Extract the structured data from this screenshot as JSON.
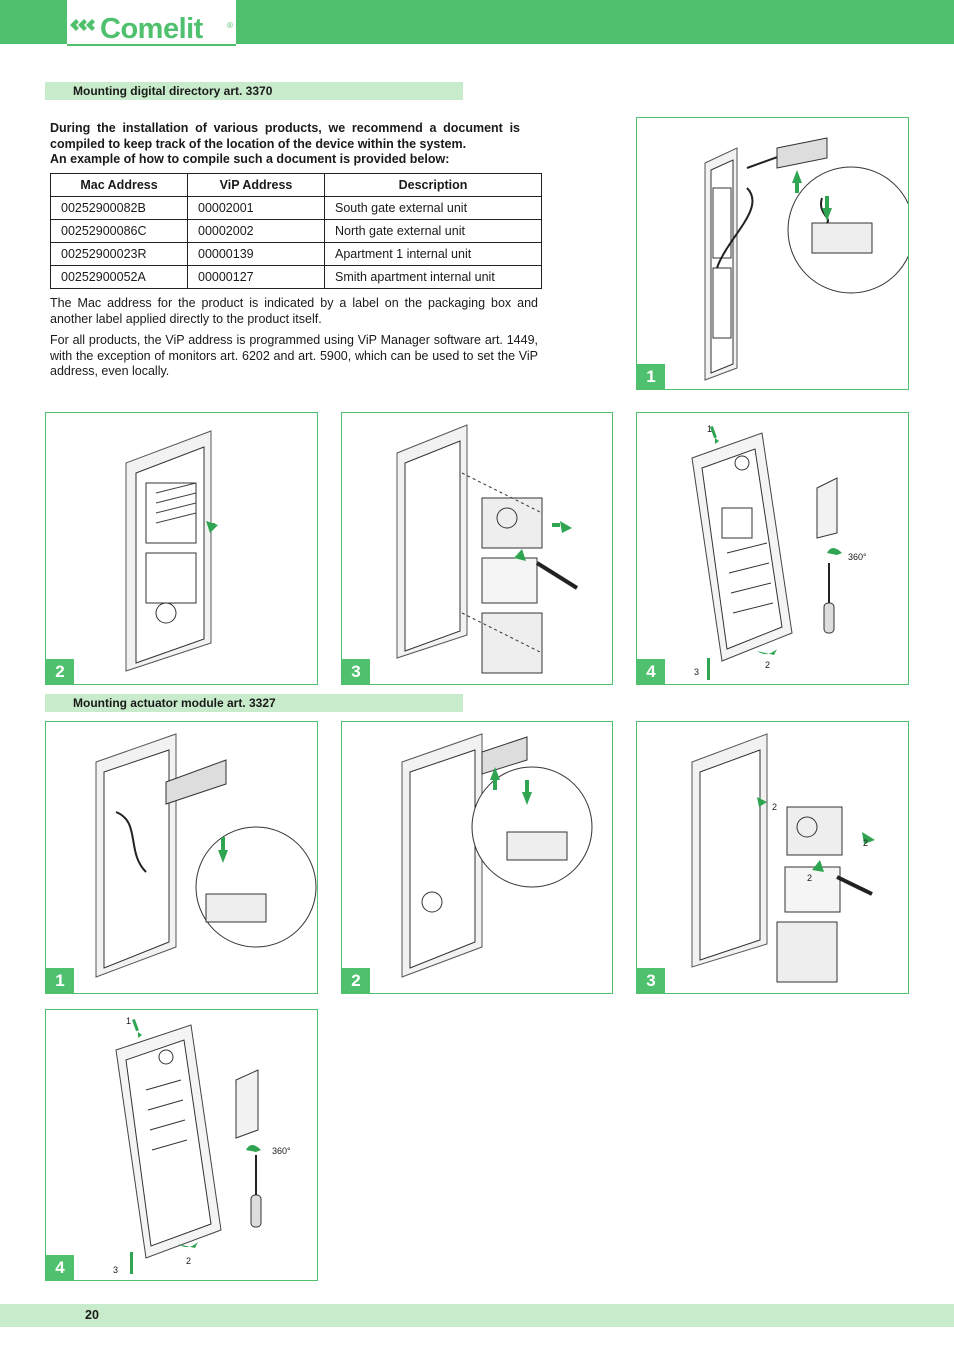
{
  "header": {
    "brand": "Comelit",
    "reg_mark": "®"
  },
  "section1": {
    "title": "Mounting digital directory art. 3370",
    "intro_line1": "During the installation of various products, we recommend a document is compiled to keep track of the location of the device within the system.",
    "intro_line2": "An example of how to compile such a document is provided below:",
    "table": {
      "headers": [
        "Mac Address",
        "ViP Address",
        "Description"
      ],
      "rows": [
        [
          "00252900082B",
          "00002001",
          "South gate external unit"
        ],
        [
          "00252900086C",
          "00002002",
          "North gate external unit"
        ],
        [
          "00252900023R",
          "00000139",
          "Apartment 1 internal unit"
        ],
        [
          "00252900052A",
          "00000127",
          "Smith apartment internal unit"
        ]
      ]
    },
    "para1": "The Mac address for the product is indicated by a label on the packaging box and another label applied directly to the product itself.",
    "para2": "For all products, the ViP address is programmed using ViP Manager software art. 1449, with the exception of monitors art. 6202 and art. 5900, which can be used to set the ViP address, even locally."
  },
  "section2": {
    "title": "Mounting actuator module art. 3327"
  },
  "figures": {
    "s1": [
      {
        "step": "1"
      },
      {
        "step": "2"
      },
      {
        "step": "3"
      },
      {
        "step": "4",
        "callouts": [
          "1",
          "2",
          "3"
        ],
        "angle": "360°"
      }
    ],
    "s2": [
      {
        "step": "1"
      },
      {
        "step": "2"
      },
      {
        "step": "3",
        "callouts": [
          "2",
          "2",
          "2"
        ]
      },
      {
        "step": "4",
        "callouts": [
          "1",
          "2",
          "3"
        ],
        "angle": "360°"
      }
    ]
  },
  "footer": {
    "page_number": "20"
  },
  "colors": {
    "brand_green": "#4fc06e",
    "light_green": "#c8ebcb",
    "arrow_green": "#2fa552"
  }
}
